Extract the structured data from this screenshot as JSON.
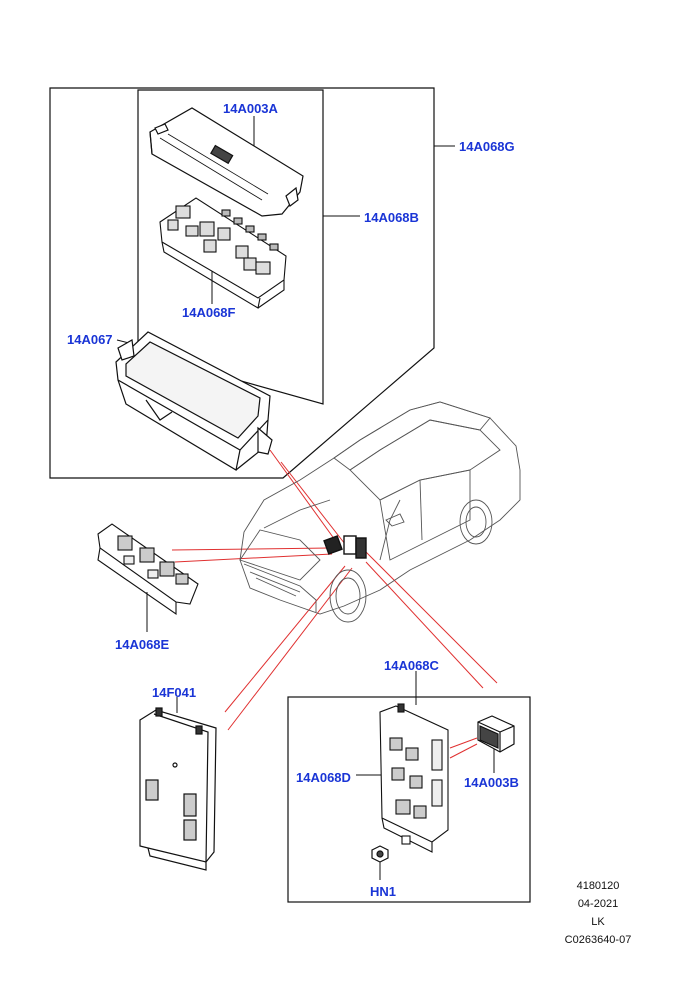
{
  "diagram": {
    "callouts": {
      "c14A003A": "14A003A",
      "c14A068G": "14A068G",
      "c14A068B": "14A068B",
      "c14A068F": "14A068F",
      "c14A067": "14A067",
      "c14A068E": "14A068E",
      "c14F041": "14F041",
      "c14A068C": "14A068C",
      "c14A068D": "14A068D",
      "c14A003B": "14A003B",
      "cHN1": "HN1"
    },
    "illustration_id": "4180120",
    "date": "04-2021",
    "region": "LK",
    "doc_code": "C0263640-07",
    "colors": {
      "callout_text": "#1a35d6",
      "leader_red": "#e03030",
      "line": "#111111"
    }
  }
}
